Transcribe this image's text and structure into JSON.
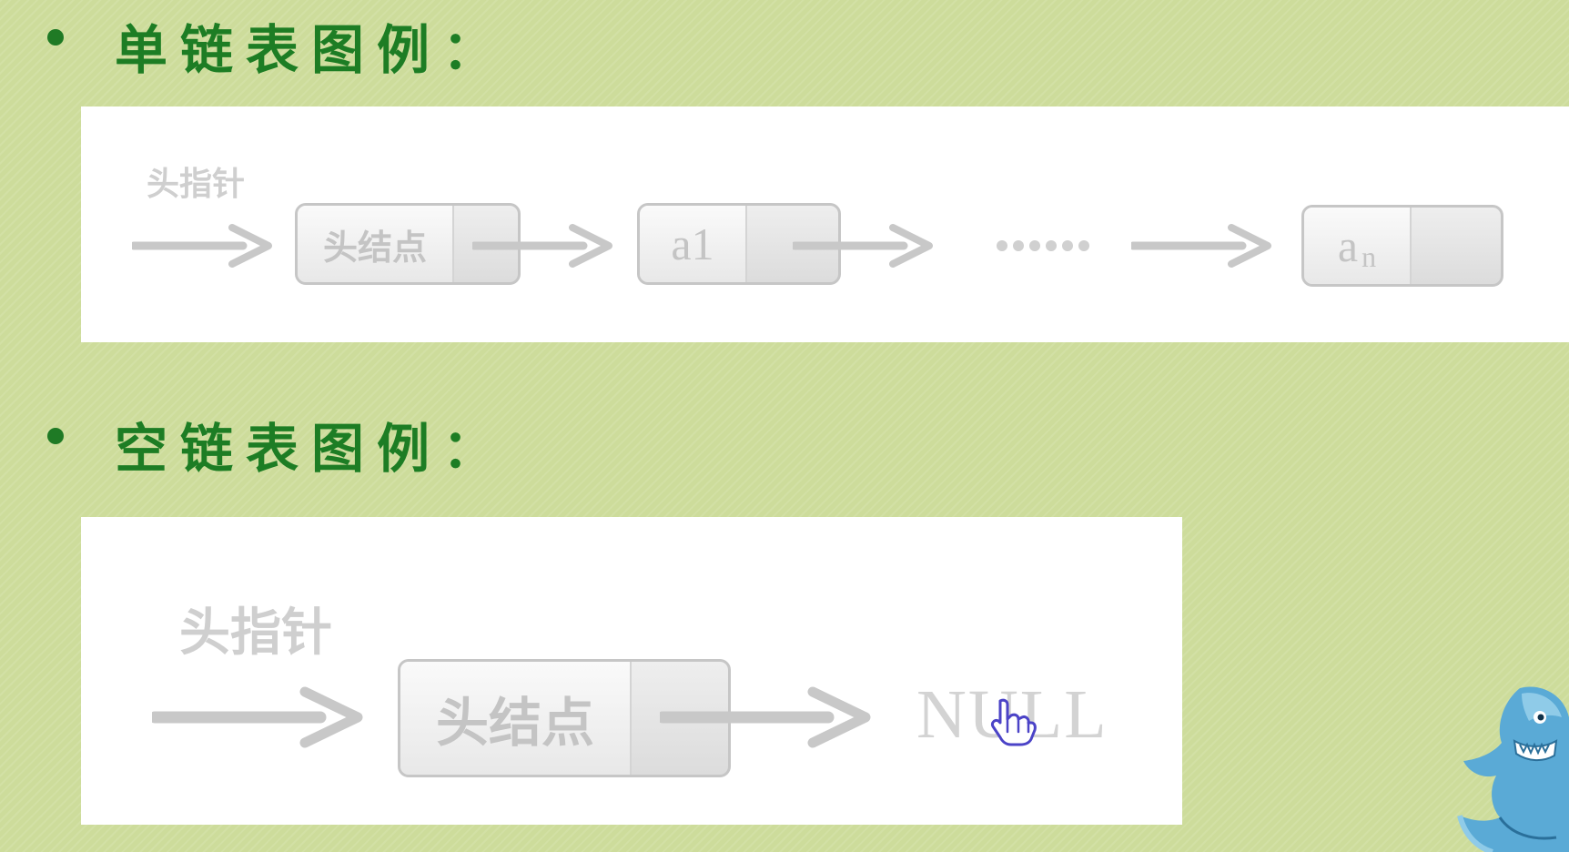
{
  "sections": {
    "singly": {
      "heading": "单链表图例："
    },
    "empty": {
      "heading": "空链表图例："
    }
  },
  "singly_diagram": {
    "head_pointer_label": "头指针",
    "head_node_label": "头结点",
    "first_node_label": "a1",
    "ellipsis": "······",
    "last_node_base": "a",
    "last_node_subscript": "n"
  },
  "empty_diagram": {
    "head_pointer_label": "头指针",
    "head_node_label": "头结点",
    "null_label": "NULL"
  },
  "colors": {
    "background": "#cddc9b",
    "heading": "#1d7d24",
    "panel": "#ffffff",
    "diagram_gray": "#c8c8c8"
  },
  "icons": [
    "bullet-icon",
    "arrow-right-icon",
    "hand-cursor-icon",
    "shark-mascot-icon"
  ]
}
